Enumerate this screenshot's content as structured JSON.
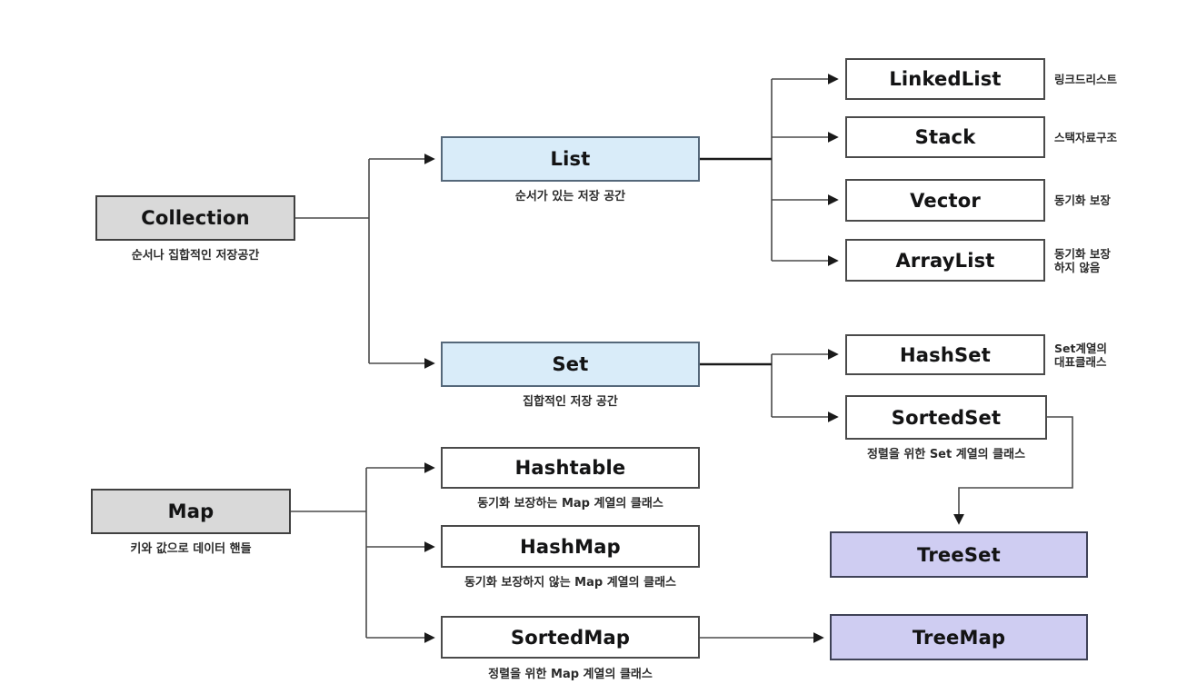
{
  "diagram": {
    "colors": {
      "group_box_fill": "#d9d9d9",
      "interface_box_fill": "#d9ecf9",
      "impl_box_fill": "#ffffff",
      "tree_box_fill": "#cfcdf2",
      "line": "#4a4a4a",
      "trunk_line": "#1a1a1a",
      "label_text": "#141414",
      "caption_text": "#2b2b2b"
    },
    "nodes": {
      "collection": {
        "label": "Collection",
        "caption": "순서나 집합적인 저장공간"
      },
      "map": {
        "label": "Map",
        "caption": "키와 값으로 데이터 핸들"
      },
      "list": {
        "label": "List",
        "caption": "순서가 있는 저장 공간"
      },
      "set": {
        "label": "Set",
        "caption": "집합적인 저장 공간"
      },
      "hashtable": {
        "label": "Hashtable",
        "caption": "동기화 보장하는 Map 계열의 클래스"
      },
      "hashmap": {
        "label": "HashMap",
        "caption": "동기화 보장하지 않는 Map 계열의 클래스"
      },
      "sortedmap": {
        "label": "SortedMap",
        "caption": "정렬을 위한 Map 계열의 클래스"
      },
      "linkedlist": {
        "label": "LinkedList",
        "side_caption": "링크드리스트"
      },
      "stack": {
        "label": "Stack",
        "side_caption": "스택자료구조"
      },
      "vector": {
        "label": "Vector",
        "side_caption": "동기화 보장"
      },
      "arraylist": {
        "label": "ArrayList",
        "side_caption": "동기화 보장\n하지 않음"
      },
      "hashset": {
        "label": "HashSet",
        "side_caption": "Set계열의\n대표클래스"
      },
      "sortedset": {
        "label": "SortedSet",
        "caption": "정렬을 위한 Set 계열의 클래스"
      },
      "treeset": {
        "label": "TreeSet"
      },
      "treemap": {
        "label": "TreeMap"
      }
    },
    "edges": [
      {
        "from": "collection",
        "to": "list"
      },
      {
        "from": "collection",
        "to": "set"
      },
      {
        "from": "list",
        "to": "linkedlist"
      },
      {
        "from": "list",
        "to": "stack"
      },
      {
        "from": "list",
        "to": "vector"
      },
      {
        "from": "list",
        "to": "arraylist"
      },
      {
        "from": "set",
        "to": "hashset"
      },
      {
        "from": "set",
        "to": "sortedset"
      },
      {
        "from": "sortedset",
        "to": "treeset"
      },
      {
        "from": "map",
        "to": "hashtable"
      },
      {
        "from": "map",
        "to": "hashmap"
      },
      {
        "from": "map",
        "to": "sortedmap"
      },
      {
        "from": "sortedmap",
        "to": "treemap"
      }
    ]
  }
}
